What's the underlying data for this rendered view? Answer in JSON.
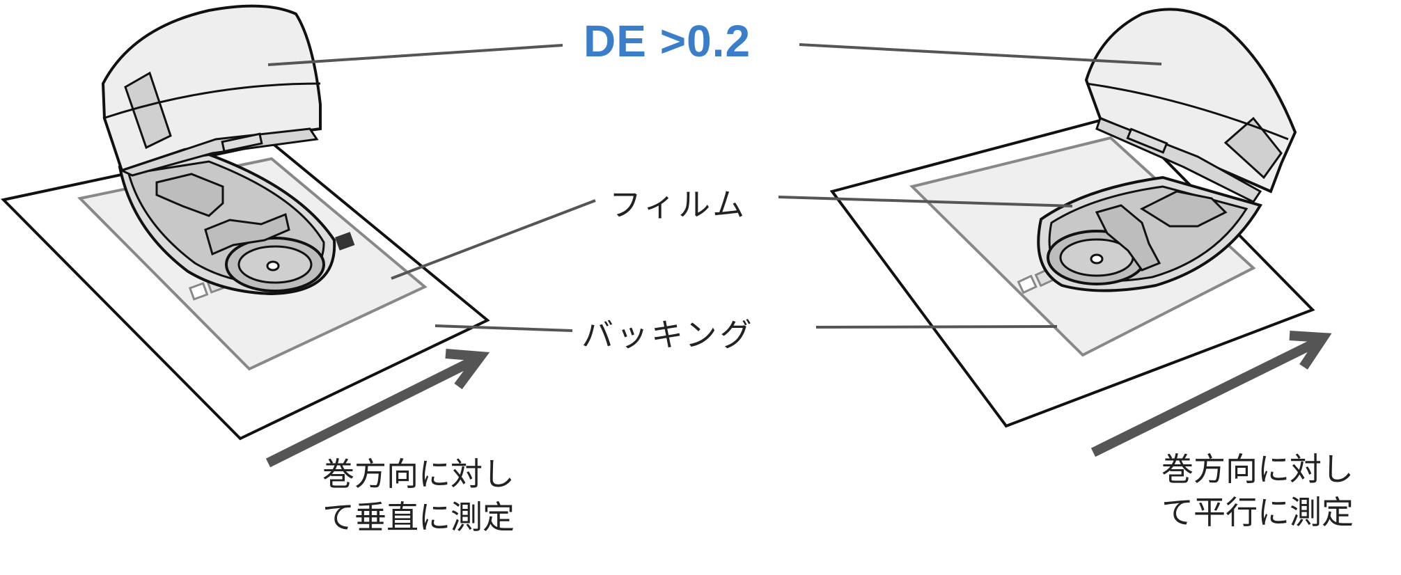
{
  "labels": {
    "delta_e": "DE >0.2",
    "film": "フィルム",
    "backing": "バッキング"
  },
  "captions": {
    "left_line1": "巻方向に対し",
    "left_line2": "て垂直に測定",
    "right_line1": "巻方向に対し",
    "right_line2": "て平行に測定"
  },
  "colors": {
    "accent": "#3a7dc9",
    "leader": "#555555",
    "arrow": "#555555",
    "film_border": "#888888"
  }
}
